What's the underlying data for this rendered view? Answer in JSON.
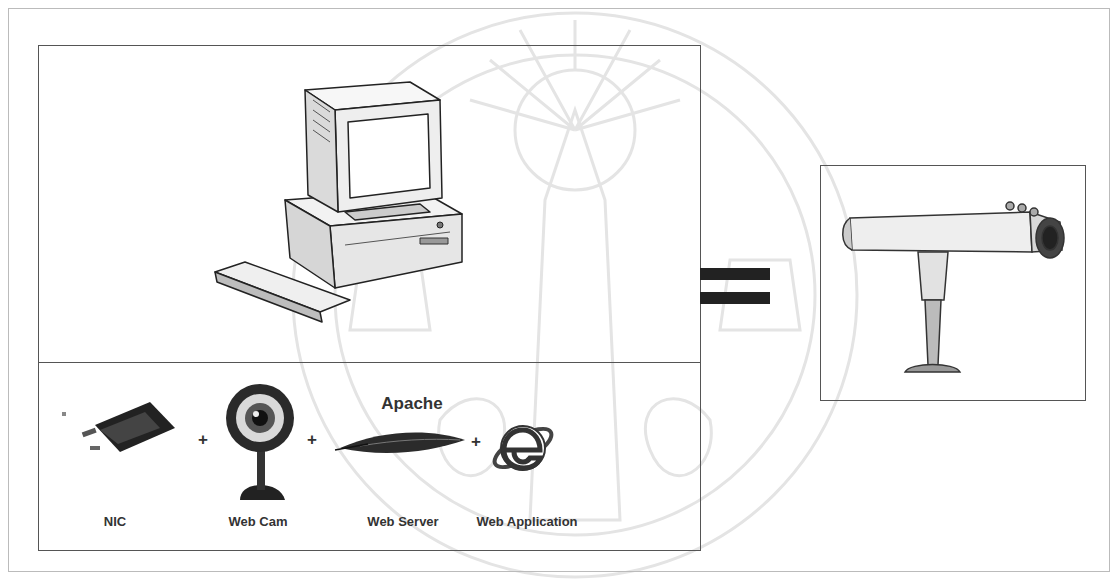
{
  "diagram": {
    "labels": [
      "NIC",
      "+",
      "Web Cam",
      "+",
      "Apache",
      "Web Server",
      "+",
      "Web Application"
    ]
  }
}
